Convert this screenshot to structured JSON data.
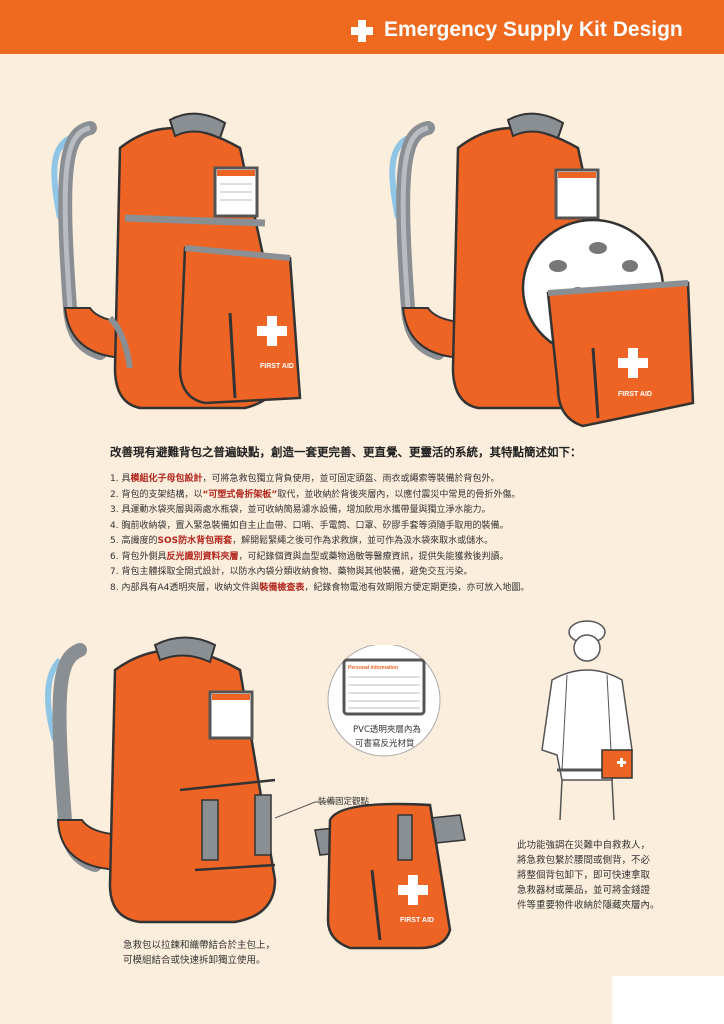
{
  "header": {
    "title": "Emergency Supply Kit Design",
    "bar_color": "#ef6a1e"
  },
  "palette": {
    "bag_orange": "#ee6424",
    "bag_dark": "#c44e16",
    "strap_gray": "#8a8f94",
    "hose_blue": "#8fc6e6",
    "background": "#fbeedd"
  },
  "icons": [
    "first-aid-cross-icon",
    "backpack-icon",
    "helmet-icon",
    "waist-pouch-icon",
    "id-card-icon",
    "person-wearing-pouch-icon"
  ],
  "tag_label": "Personal information",
  "badge_text": "FIRST AID",
  "intro": "改善現有避難背包之普遍缺點，創造一套更完善、更直覺、更靈活的系統，其特點簡述如下：",
  "features": [
    {
      "num": "1.",
      "pre": "具",
      "hl": "模組化子母包設計",
      "post": "，可將急救包獨立背負使用，並可固定頭盔、雨衣或繩索等裝備於背包外。"
    },
    {
      "num": "2.",
      "pre": "背包的支架結構，以",
      "hl": "“可塑式骨折架板”",
      "post": "取代，並收納於背後夾層內，以應付震災中常見的骨折外傷。"
    },
    {
      "num": "3.",
      "pre": "",
      "hl": "",
      "post": "具運動水袋夾層與兩處水瓶袋，並可收納簡易濾水設備，增加飲用水攜帶量與獨立淨水能力。"
    },
    {
      "num": "4.",
      "pre": "",
      "hl": "",
      "post": "胸前收納袋，置入緊急裝備如自主止血帶、口哨、手電筒、口罩、矽膠手套等須隨手取用的裝備。"
    },
    {
      "num": "5.",
      "pre": "高識度的",
      "hl": "SOS防水背包雨套",
      "post": "，解開鬆緊繩之後可作為求救旗，並可作為汲水袋來取水或儲水。"
    },
    {
      "num": "6.",
      "pre": "背包外側具",
      "hl": "反光識別資料夾層",
      "post": "，可紀錄個資與血型或藥物過敏等醫療資訊，提供失能獲救後判讀。"
    },
    {
      "num": "7.",
      "pre": "",
      "hl": "",
      "post": "背包主體採取全開式設計，以防水內袋分類收納食物、藥物與其他裝備，避免交互污染。"
    },
    {
      "num": "8.",
      "pre": "內部具有A4透明夾層，收納文件與",
      "hl": "裝備檢查表",
      "post": "，紀錄食物電池有效期限方便定期更換，亦可放入地圖。"
    }
  ],
  "callouts": {
    "pvc_lines": [
      "PVC透明夾層內為",
      "可書寫反光材質"
    ],
    "mount_label": "裝備固定觀點"
  },
  "bottom_left_caption": [
    "急救包以拉鍊和織帶結合於主包上，",
    "可模組結合或快速拆卸獨立使用。"
  ],
  "right_paragraph": [
    "此功能強調在災難中自救救人，",
    "將急救包繫於腰間或側背，不必",
    "將整個背包卸下，即可快速拿取",
    "急救器材或藥品，並可將金錢證",
    "件等重要物件收納於隱藏夾層內。"
  ]
}
